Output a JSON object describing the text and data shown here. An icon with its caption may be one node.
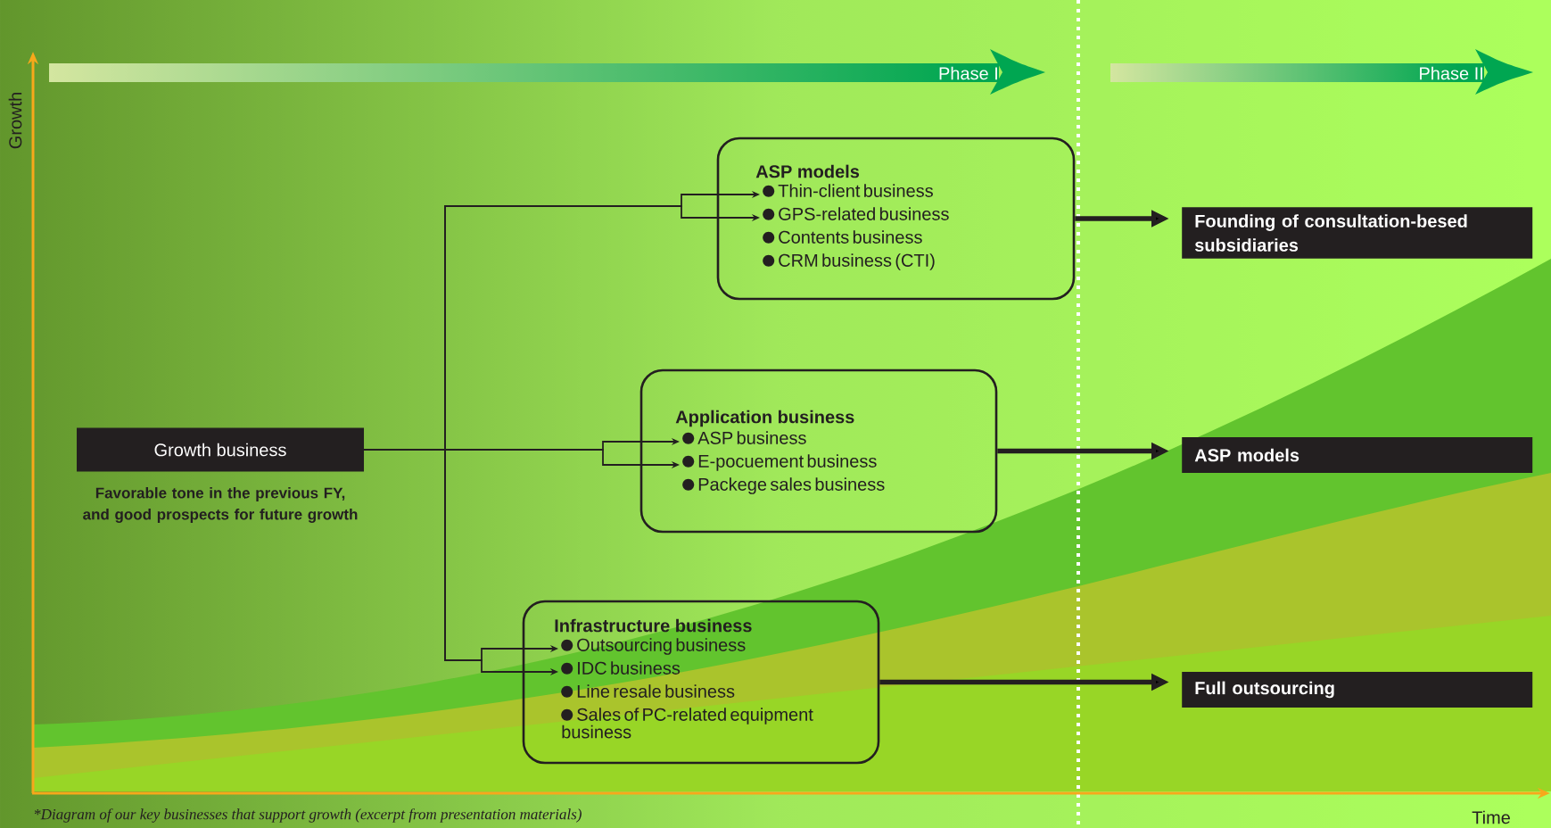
{
  "diagram": {
    "caption": "*Diagram of our key businesses that support growth (excerpt from presentation materials)",
    "nodes": [
      {
        "text": [
          "Phase I"
        ]
      },
      {
        "text": [
          "Phase II"
        ]
      },
      {
        "text": [
          "Growth business"
        ],
        "beside": [
          "Favorable tone in the previous FY, and good prospects for future growth"
        ]
      },
      {
        "text": [
          "ASP models"
        ]
      },
      {
        "text": [
          "Thin-client business"
        ],
        "in": 3
      },
      {
        "text": [
          "GPS-related business"
        ],
        "in": 3
      },
      {
        "text": [
          "Contents business"
        ],
        "in": 3
      },
      {
        "text": [
          "CRM business (CTI)"
        ],
        "in": 3
      },
      {
        "text": [
          "Application business"
        ]
      },
      {
        "text": [
          "ASP business"
        ],
        "in": 8
      },
      {
        "text": [
          "E-pocuement business"
        ],
        "in": 8
      },
      {
        "text": [
          "Packege sales business"
        ],
        "in": 8
      },
      {
        "text": [
          "Infrastructure business"
        ]
      },
      {
        "text": [
          "Outsourcing business"
        ],
        "in": 12
      },
      {
        "text": [
          "IDC business"
        ],
        "in": 12
      },
      {
        "text": [
          "Line resale business"
        ],
        "in": 12
      },
      {
        "text": [
          "Sales of PC-related equipment business"
        ],
        "in": 12
      },
      {
        "text": [
          "Founding of consultation-besed subsidiaries"
        ]
      },
      {
        "text": [
          "ASP models"
        ]
      },
      {
        "text": [
          "Full outsourcing"
        ]
      }
    ],
    "edges": [
      {
        "from": 2,
        "to": 4,
        "arrow": "to"
      },
      {
        "from": 2,
        "to": 5,
        "arrow": "to"
      },
      {
        "from": 2,
        "to": 9,
        "arrow": "to"
      },
      {
        "from": 2,
        "to": 10,
        "arrow": "to"
      },
      {
        "from": 2,
        "to": 13,
        "arrow": "to"
      },
      {
        "from": 2,
        "to": 14,
        "arrow": "to"
      },
      {
        "from": 3,
        "to": 17,
        "arrow": "to",
        "style": "thick"
      },
      {
        "from": 8,
        "to": 18,
        "arrow": "to",
        "style": "thick"
      },
      {
        "from": 12,
        "to": 19,
        "arrow": "to",
        "style": "thick"
      }
    ],
    "labels": [
      "Growth",
      "Time"
    ]
  }
}
